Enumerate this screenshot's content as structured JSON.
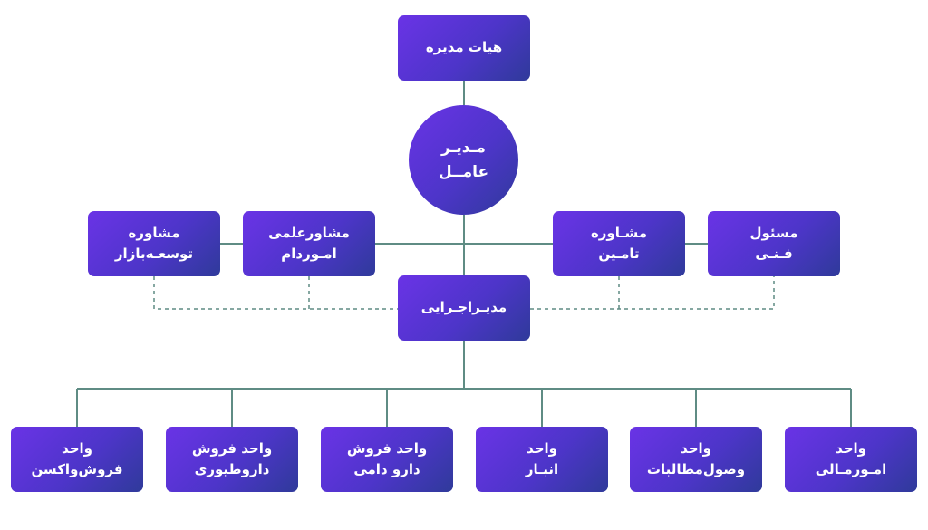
{
  "colors": {
    "box": "#4d35c9",
    "line": "#5f8c84"
  },
  "board": {
    "label": "هیات مدیره"
  },
  "ceo": {
    "line1": "مـدیـر",
    "line2": "عامــل"
  },
  "advisors": [
    {
      "line1": "مشاوره",
      "line2": "توسعـه‌بازار"
    },
    {
      "line1": "مشاورعلمی",
      "line2": "امـوردام"
    },
    {
      "line1": "مشـاوره",
      "line2": "تامـین"
    },
    {
      "line1": "مسئول",
      "line2": "فـنـی"
    }
  ],
  "executive": {
    "label": "مدیـراجـرایی"
  },
  "units": [
    {
      "line1": "واحد",
      "line2": "فروش‌واکسن"
    },
    {
      "line1": "واحد فروش",
      "line2": "داروطیوری"
    },
    {
      "line1": "واحد فروش",
      "line2": "دارو دامی"
    },
    {
      "line1": "واحد",
      "line2": "انبـار"
    },
    {
      "line1": "واحد",
      "line2": "وصول‌مطالبات"
    },
    {
      "line1": "واحد",
      "line2": "امـورمـالی"
    }
  ]
}
